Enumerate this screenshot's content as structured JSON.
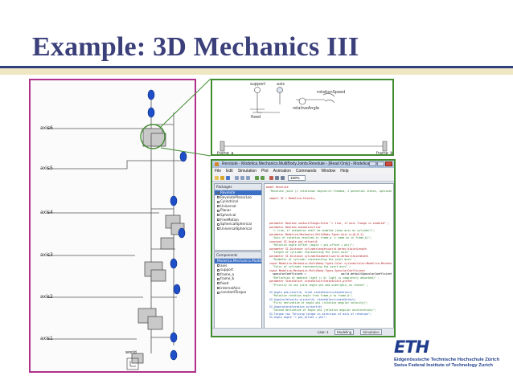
{
  "slide": {
    "title": "Example: 3D Mechanics III"
  },
  "model_diagram": {
    "axis_labels": [
      "axis6",
      "axis5",
      "axis4",
      "axis3",
      "axis2",
      "axis1"
    ],
    "world_label": "world"
  },
  "zoom_detail": {
    "top_labels": [
      "support",
      "axis",
      "rotationSpeed"
    ],
    "middle_labels": [
      "fixed",
      "relativeAngle"
    ],
    "frame_a_label": "frame_a",
    "frame_b_label": "frame_b"
  },
  "tool_window": {
    "title": "Revolute - Modelica.Mechanics.MultiBody.Joints.Revolute - [Read Only] - Modelica Text",
    "menu": [
      "File",
      "Edit",
      "Simulation",
      "Plot",
      "Animation",
      "Commands",
      "Window",
      "Help"
    ],
    "zoom_value": "100%",
    "packages_header": "Packages",
    "packages": [
      "Revolute",
      "RevolutePlanarLoo",
      "Cylindrical",
      "Universal",
      "Planar",
      "Spherical",
      "FreeMotion",
      "SphericalSpherical",
      "UniversalSpherical"
    ],
    "components_header": "Components",
    "components_root": "Modelica.Mechanics.MultiBody.Jo",
    "components": [
      "axis",
      "support",
      "frame_a",
      "frame_b",
      "fixed",
      "internalAxis",
      "constantTorque"
    ],
    "status": {
      "line": "Line: 1",
      "modeling_tab": "Modeling",
      "simulation_tab": "Simulation"
    },
    "code_lines": [
      "model Revolute",
      "  \"Revolute joint (1 rotational degree-of-freedom, 2 potential states, optional axis flange)\"",
      "",
      "  import SI = Modelica.SIunits;",
      "",
      "",
      "",
      "",
      "",
      "",
      "  parameter Boolean useAxisFlange=false \"= true, if axis flange is enabled\" ;",
      "  parameter Boolean animation=true",
      "    \"= true, if animation shall be enabled (show axis as cylinder)\";",
      "  parameter Modelica.Mechanics.MultiBody.Types.Axis n={0,0,1}",
      "    \"Axis of rotation resolved in frame_a (= same as in frame_b)\";",
      "  constant SI.Angle phi_offset=0",
      "    \"Relative angle offset (angle = phi_offset + phi)\";",
      "  parameter SI.Distance cylinderLength=world.defaultJointLength",
      "    \"Length of cylinder representing the joint axis\" ;",
      "  parameter SI.Distance cylinderDiameter=world.defaultJointWidth",
      "    \"Diameter of cylinder representing the joint axis\" ;",
      "  input Modelica.Mechanics.MultiBody.Types.Color cylinderColor=Modelica.Mechanics.MultiBody.Types.Defaults.JointColor",
      "    \"Color of cylinder representing the joint axis\" ;",
      "  input Modelica.Mechanics.MultiBody.Types.SpecularCoefficient",
      "    specularCoefficient =                      world.defaultSpecularCoefficient",
      "    \"Reflection of ambient light (= 0: light is completely absorbed)\" ;",
      "  parameter StateSelect stateSelect=StateSelect.prefer",
      "    \"Priority to use joint angle phi and w=der(phi) as states\" ;",
      "",
      "  SI.Angle phi(start=0, final stateSelect=stateSelect)",
      "    \"Relative rotation angle from frame_a to frame_b\";",
      "  SI.AngularVelocity w(start=0, stateSelect=stateSelect)",
      "    \"First derivative of angle phi (relative angular velocity)\";",
      "  SI.AngularAcceleration a(start=0)",
      "    \"Second derivative of angle phi (relative angular acceleration)\";",
      "  SI.Torque tau \"Driving torque in direction of axis of rotation\";",
      "  SI.Angle angle \"= phi_offset + phi\";"
    ]
  },
  "logo": {
    "mark": "ETH",
    "line1": "Eidgenössische Technische Hochschule Zürich",
    "line2": "Swiss Federal Institute of Technology Zurich"
  },
  "colors": {
    "title": "#3b3f7a",
    "rule": "#2f3f80",
    "model_border": "#b0308c",
    "zoom_border": "#3f8b2e",
    "joint_blue": "#1f4fc8",
    "eth_blue": "#1f3d8c"
  }
}
